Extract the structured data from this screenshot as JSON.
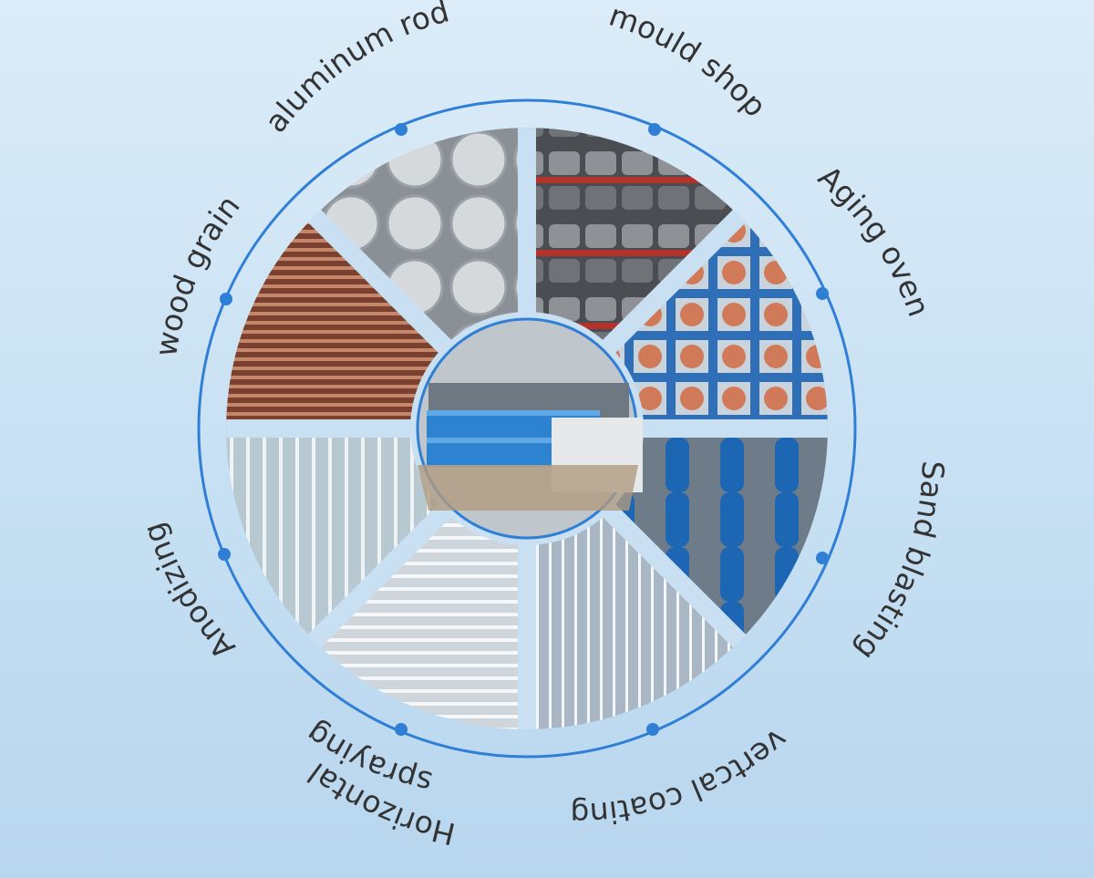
{
  "accent_color": "#2f7fd6",
  "center": {
    "image": "warehouse with stacked blue-wrapped and silver aluminum profiles"
  },
  "stages": [
    {
      "key": "aluminum-rod",
      "label": "aluminum rod",
      "image": "stacked aluminum rods (round billets)"
    },
    {
      "key": "mould-shop",
      "label": "mould shop",
      "image": "extrusion dies on red storage racks"
    },
    {
      "key": "aging-oven",
      "label": "Aging oven",
      "image": "aging oven wall with fans"
    },
    {
      "key": "sand-blasting",
      "label": "Sand blasting",
      "image": "blue sand blasting machine"
    },
    {
      "key": "vertical-coating",
      "label": "vertcal coating",
      "image": "vertical powder coating line"
    },
    {
      "key": "horizontal-spraying",
      "label_line1": "Horizontal",
      "label_line2": "spraying",
      "image": "horizontal spraying line with hanging profiles"
    },
    {
      "key": "anodizing",
      "label": "Anodizing",
      "image": "anodizing tanks"
    },
    {
      "key": "wood-grain",
      "label": "wood grain",
      "image": "wood grain profiles on worktable"
    }
  ]
}
